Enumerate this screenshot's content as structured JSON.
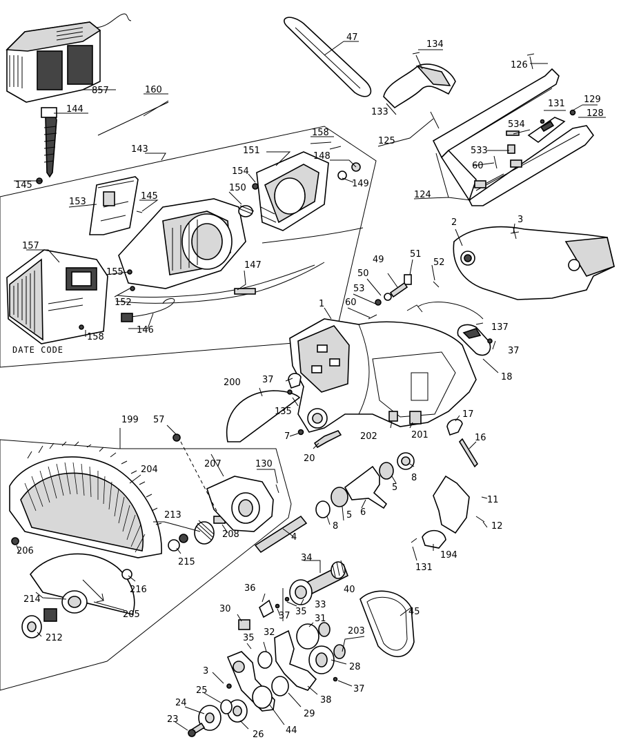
{
  "diagram": {
    "date_code_label": "DATE CODE",
    "callouts": [
      "857",
      "160",
      "144",
      "145",
      "47",
      "134",
      "126",
      "133",
      "129",
      "131",
      "128",
      "534",
      "125",
      "533",
      "60",
      "124",
      "143",
      "158",
      "151",
      "148",
      "154",
      "149",
      "153",
      "145",
      "150",
      "157",
      "155",
      "147",
      "152",
      "146",
      "158",
      "2",
      "3",
      "49",
      "51",
      "50",
      "52",
      "53",
      "60",
      "1",
      "137",
      "37",
      "18",
      "200",
      "37",
      "135",
      "7",
      "20",
      "202",
      "201",
      "17",
      "16",
      "199",
      "57",
      "207",
      "130",
      "204",
      "206",
      "213",
      "208",
      "4",
      "216",
      "215",
      "214",
      "205",
      "212",
      "11",
      "12",
      "194",
      "131",
      "8",
      "5",
      "6",
      "5",
      "8",
      "34",
      "36",
      "37",
      "40",
      "33",
      "35",
      "30",
      "31",
      "45",
      "203",
      "32",
      "35",
      "28",
      "3",
      "25",
      "24",
      "23",
      "26",
      "44",
      "29",
      "38",
      "37"
    ]
  }
}
